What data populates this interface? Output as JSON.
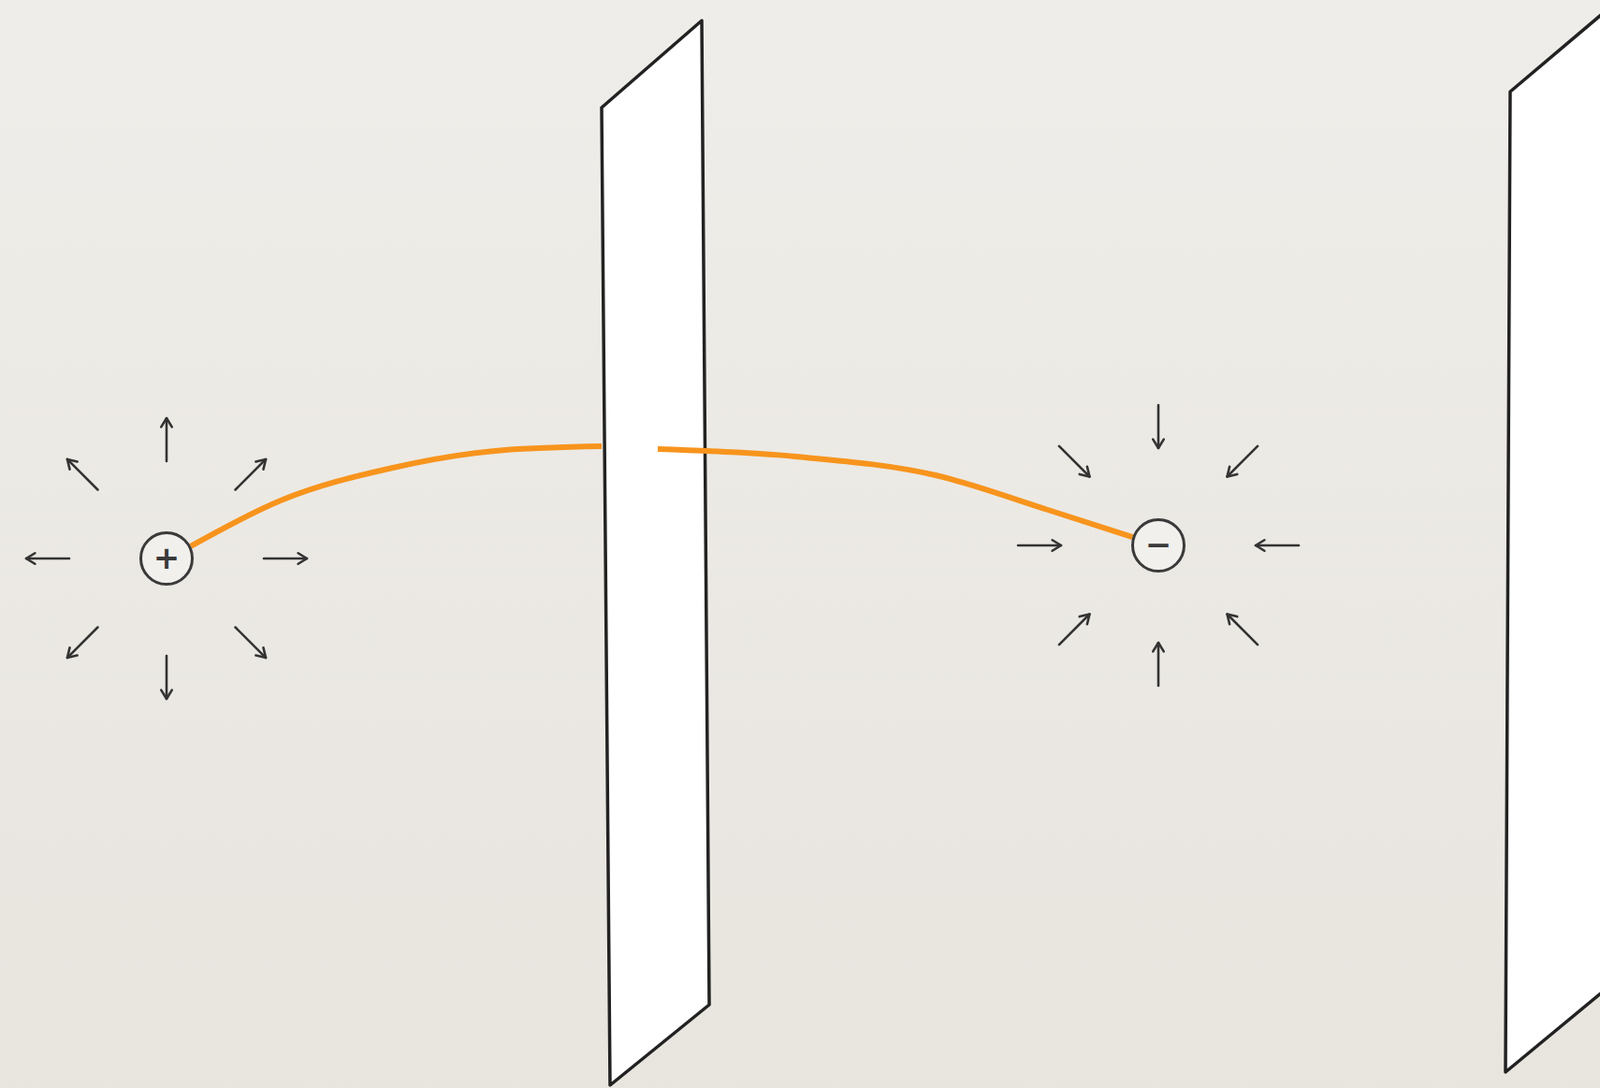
{
  "diagram": {
    "nodes": [
      {
        "text": [
          "+"
        ]
      },
      {
        "text": [
          "−"
        ]
      }
    ],
    "edges": [
      {
        "from": 0,
        "to": 1,
        "arrow": "none"
      }
    ]
  }
}
